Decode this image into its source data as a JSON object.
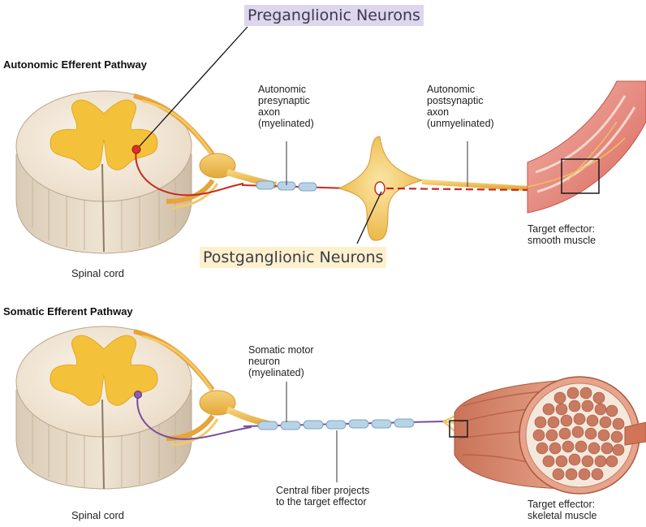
{
  "callouts": {
    "preganglionic": "Preganglionic Neurons",
    "postganglionic": "Postganglionic Neurons"
  },
  "autonomic": {
    "title": "Autonomic Efferent Pathway",
    "presynaptic": [
      "Autonomic",
      "presynaptic",
      "axon",
      "(myelinated)"
    ],
    "postsynaptic": [
      "Autonomic",
      "postsynaptic",
      "axon",
      "(unmyelinated)"
    ],
    "target": [
      "Target effector:",
      "smooth muscle"
    ],
    "spinal_cord": "Spinal cord"
  },
  "somatic": {
    "title": "Somatic Efferent Pathway",
    "motor_neuron": [
      "Somatic motor",
      "neuron",
      "(myelinated)"
    ],
    "central_fiber": [
      "Central fiber projects",
      "to the target effector"
    ],
    "target": [
      "Target effector:",
      "skeletal muscle"
    ],
    "spinal_cord": "Spinal cord"
  },
  "colors": {
    "gray_matter": "#f3c23a",
    "white_matter": "#f5ece0",
    "nerve": "#f1c25a",
    "axon_red": "#c8281e",
    "axon_purple": "#7a4d9a",
    "myelin": "#b9d3e6",
    "smooth_muscle": "#e88f86",
    "skeletal_muscle": "#d7866c"
  }
}
